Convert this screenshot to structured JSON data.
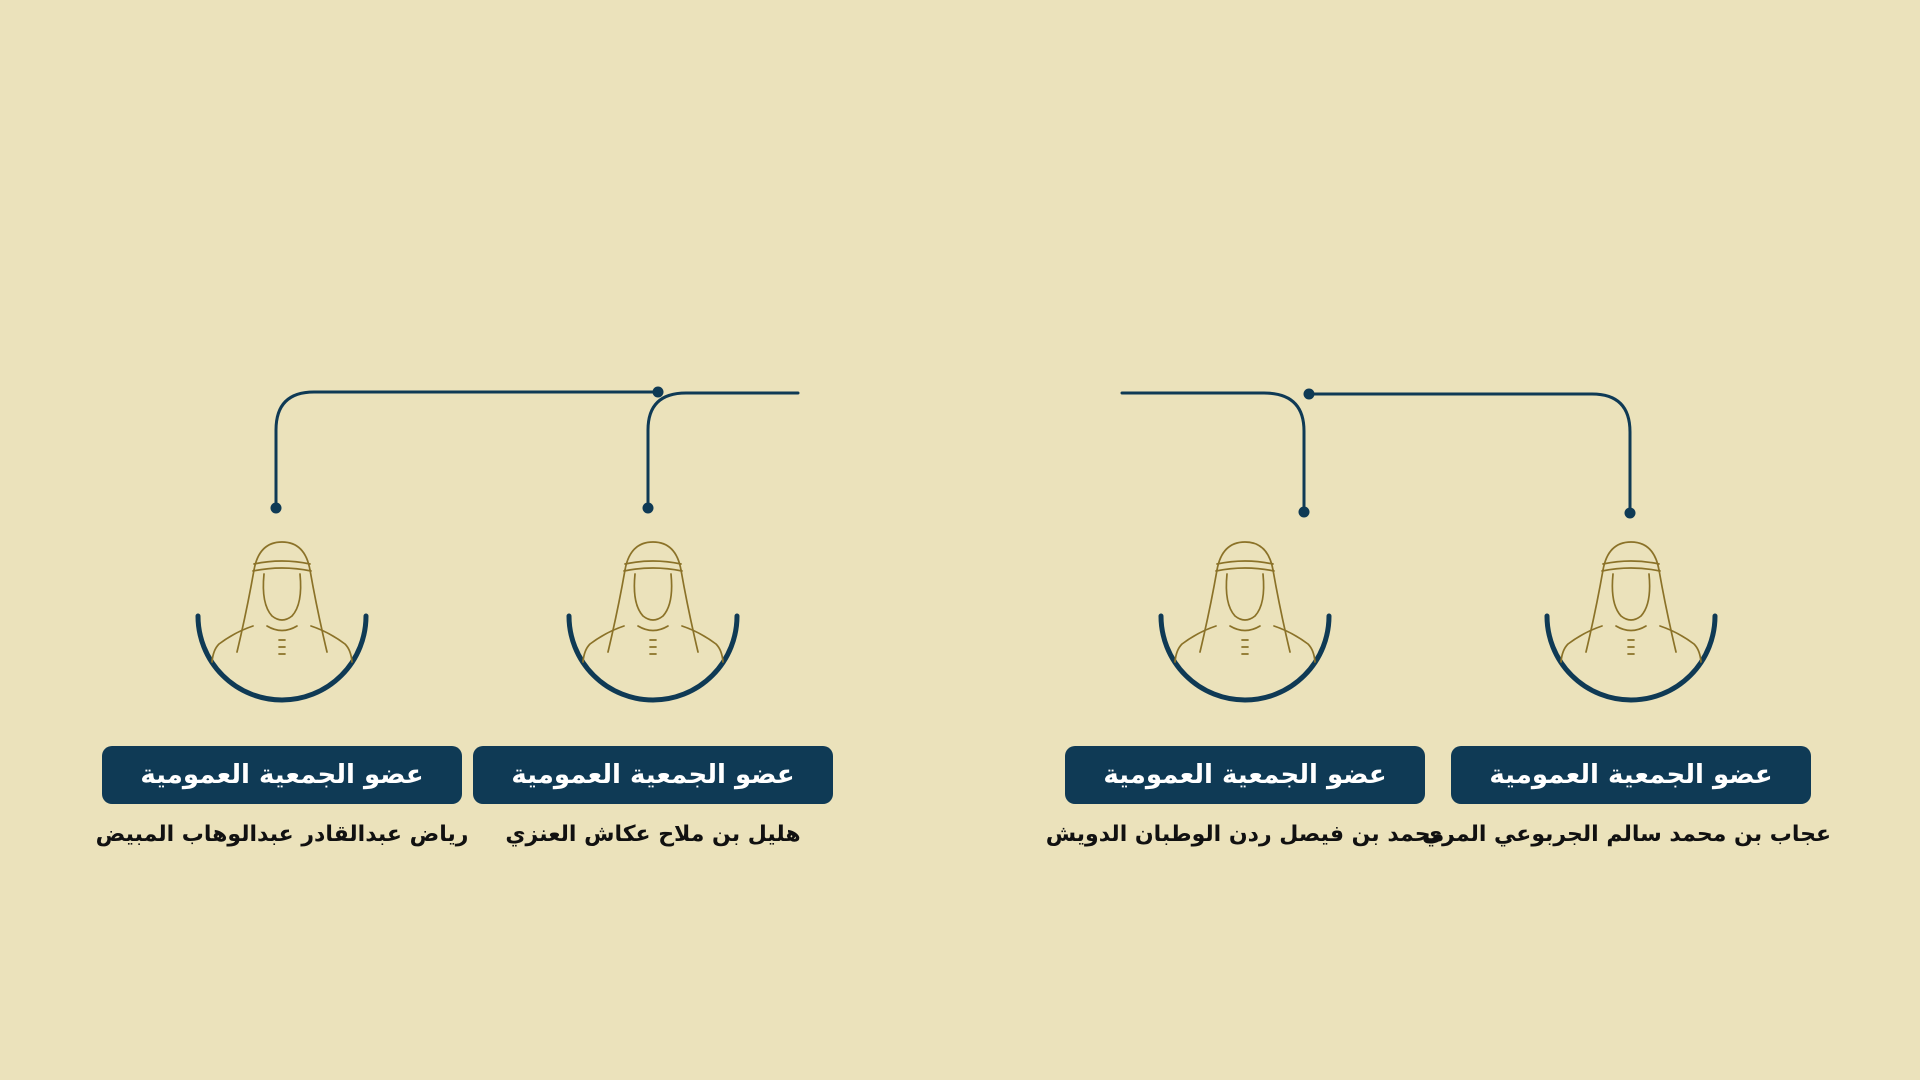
{
  "colors": {
    "background": "#EBE2BB",
    "primary": "#0F3A55",
    "portrait_line": "#8B7228",
    "name_text": "#111111"
  },
  "members": [
    {
      "role": "عضو الجمعية العمومية",
      "name": "رياض عبدالقادر عبدالوهاب المبيض",
      "icon": "man-ghutra-icon"
    },
    {
      "role": "عضو الجمعية العمومية",
      "name": "هليل بن ملاح عكاش العنزي",
      "icon": "man-ghutra-icon"
    },
    {
      "role": "عضو الجمعية العمومية",
      "name": "محمد بن فيصل ردن الوطبان الدويش",
      "icon": "man-ghutra-icon"
    },
    {
      "role": "عضو الجمعية العمومية",
      "name": "عجاب بن محمد سالم الجربوعي المري",
      "icon": "man-ghutra-icon"
    }
  ]
}
